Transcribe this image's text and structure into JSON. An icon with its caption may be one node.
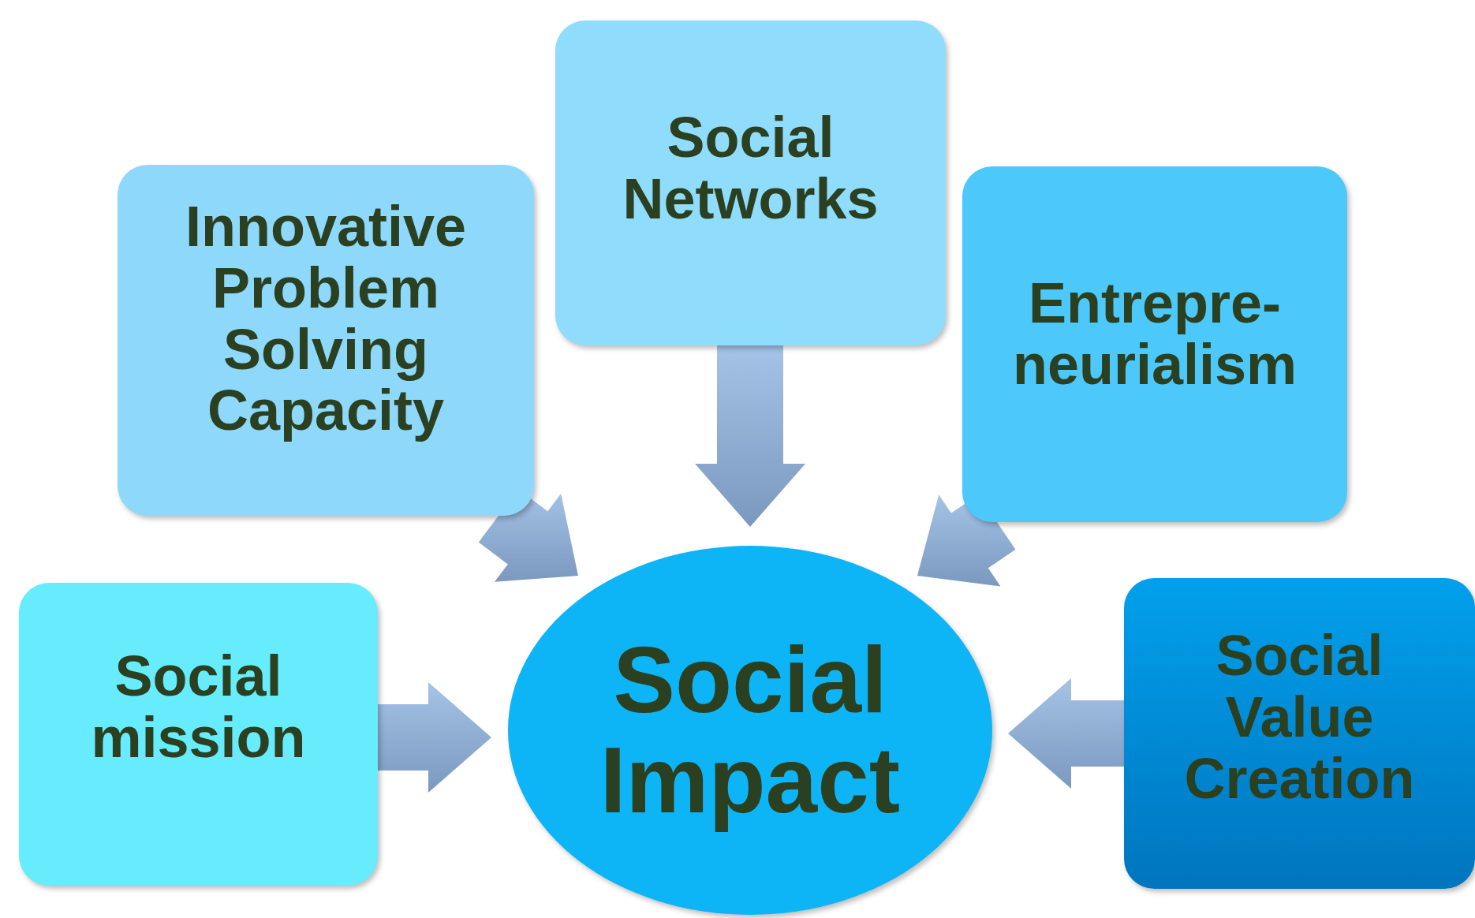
{
  "diagram": {
    "nodes": [
      {
        "text": [
          "Innovative Problem Solving Capacity"
        ]
      },
      {
        "text": [
          "Social Networks"
        ]
      },
      {
        "text": [
          "Entrepre-neurialism"
        ]
      },
      {
        "text": [
          "Social mission"
        ]
      },
      {
        "text": [
          "Social Impact"
        ]
      },
      {
        "text": [
          "Social Value Creation"
        ]
      }
    ],
    "edges": [
      {
        "from": 0,
        "to": 4,
        "arrow": "to"
      },
      {
        "from": 1,
        "to": 4,
        "arrow": "to"
      },
      {
        "from": 2,
        "to": 4,
        "arrow": "to"
      },
      {
        "from": 3,
        "to": 4,
        "arrow": "to"
      },
      {
        "from": 5,
        "to": 4,
        "arrow": "to"
      }
    ]
  }
}
